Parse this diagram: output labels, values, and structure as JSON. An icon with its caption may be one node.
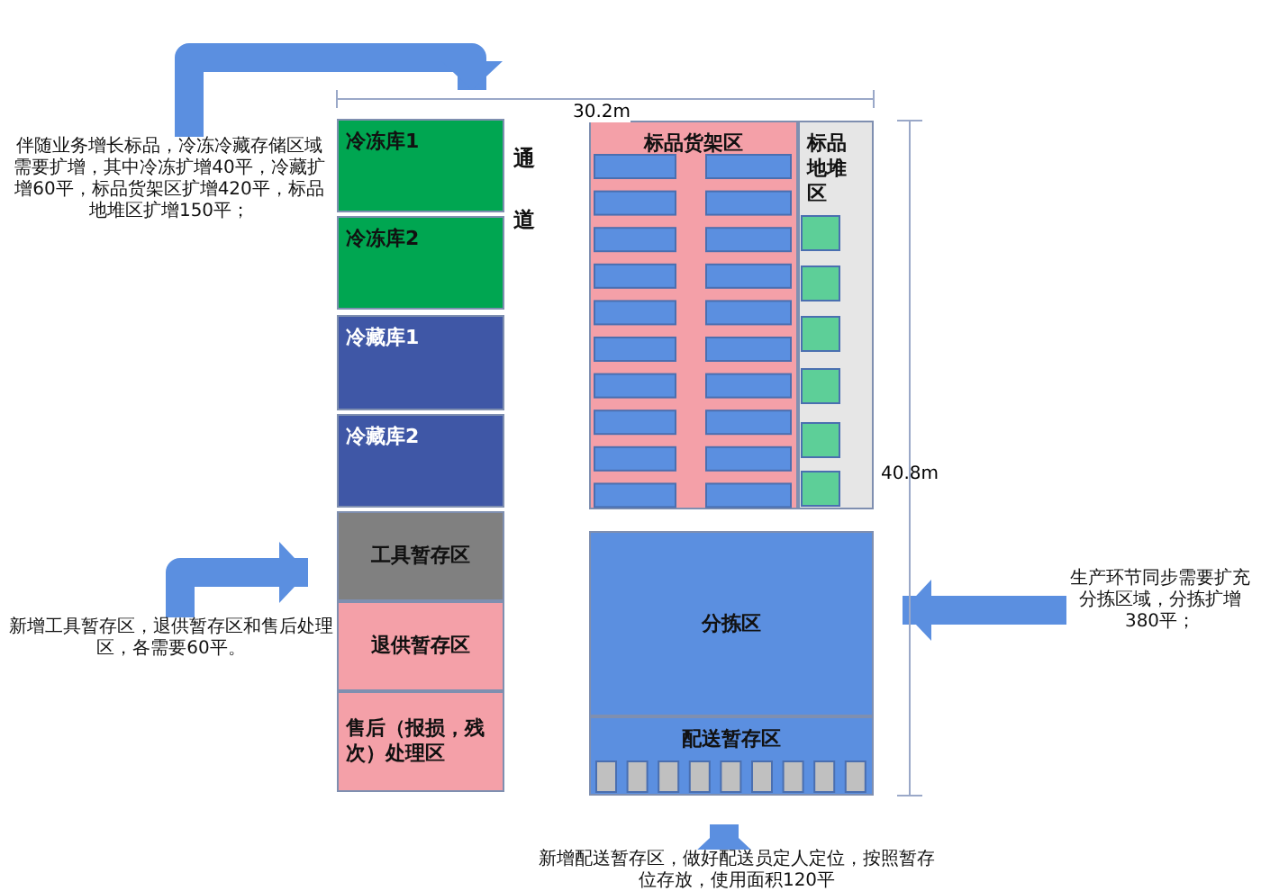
{
  "diagram": {
    "nodes": [
      {
        "text": [
          "冷冻库1"
        ]
      },
      {
        "text": [
          "冷冻库2"
        ]
      },
      {
        "text": [
          "冷藏库1"
        ]
      },
      {
        "text": [
          "冷藏库2"
        ]
      },
      {
        "text": [
          "工具暂存区"
        ]
      },
      {
        "text": [
          "退供暂存区"
        ]
      },
      {
        "text": [
          "售后（报损，残次）处理区"
        ]
      },
      {
        "text": [
          "通道"
        ]
      },
      {
        "text": [
          "标品货架区"
        ]
      },
      {
        "text": [
          "标品地堆区"
        ]
      },
      {
        "text": [
          "分拣区"
        ]
      },
      {
        "text": [
          "配送暂存区"
        ]
      },
      {
        "text": [
          "伴随业务增长标品，冷冻冷藏存储区域需要扩增，其中冷冻扩增40平，冷藏扩增60平，标品货架区扩增420平，标品地堆区扩增150平；"
        ]
      },
      {
        "text": [
          "新增工具暂存区，退供暂存区和售后处理区，各需要60平。"
        ]
      },
      {
        "text": [
          "生产环节同步需要扩充分拣区域，分拣扩增380平；"
        ]
      },
      {
        "text": [
          "新增配送暂存区，做好配送员定人定位，按照暂存位存放，使用面积120平"
        ]
      }
    ],
    "edges": [
      {
        "from": 12,
        "to": 0,
        "arrow": "to"
      },
      {
        "from": 13,
        "to": 4,
        "arrow": "to"
      },
      {
        "from": 14,
        "to": 10,
        "arrow": "to"
      },
      {
        "from": 15,
        "to": 11,
        "arrow": "to"
      }
    ],
    "labels": [
      "30.2m",
      "40.8m"
    ]
  }
}
